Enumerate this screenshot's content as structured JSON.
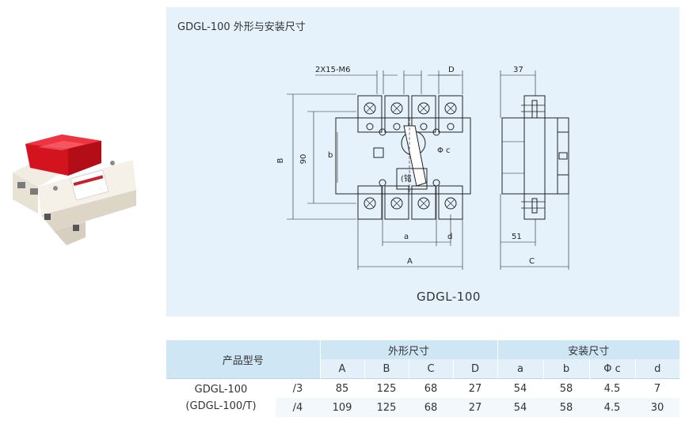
{
  "drawing": {
    "title": "GDGL-100 外形与安装尺寸",
    "model": "GDGL-100",
    "labels": {
      "holes": "2X15-M6",
      "d_top": "D",
      "depth": "37",
      "B": "B",
      "h90": "90",
      "b": "b",
      "phi": "Φ c",
      "nameplate": "(铭",
      "a": "a",
      "d": "d",
      "A": "A",
      "w51": "51",
      "C": "C"
    }
  },
  "table": {
    "col_model": "产品型号",
    "group_outer": "外形尺寸",
    "group_mount": "安装尺寸",
    "headers": [
      "A",
      "B",
      "C",
      "D",
      "a",
      "b",
      "Φ c",
      "d"
    ],
    "model_line1": "GDGL-100",
    "model_line2": "(GDGL-100/T)",
    "rows": [
      {
        "suffix": "/3",
        "values": [
          "85",
          "125",
          "68",
          "27",
          "54",
          "58",
          "4.5",
          "7"
        ]
      },
      {
        "suffix": "/4",
        "values": [
          "109",
          "125",
          "68",
          "27",
          "54",
          "58",
          "4.5",
          "30"
        ]
      }
    ]
  }
}
